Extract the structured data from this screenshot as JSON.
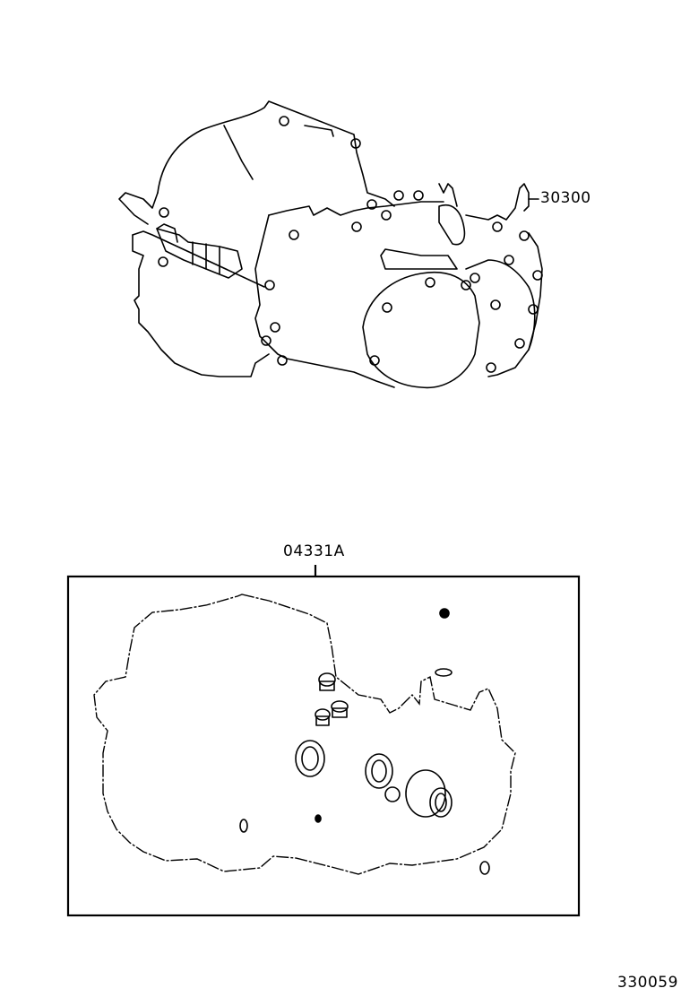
{
  "diagram": {
    "type": "parts-exploded-view",
    "callouts": [
      {
        "id": "transaxle-assembly",
        "part_number": "30300"
      },
      {
        "id": "gasket-kit",
        "part_number": "04331A"
      }
    ],
    "figure_number": "330059"
  }
}
